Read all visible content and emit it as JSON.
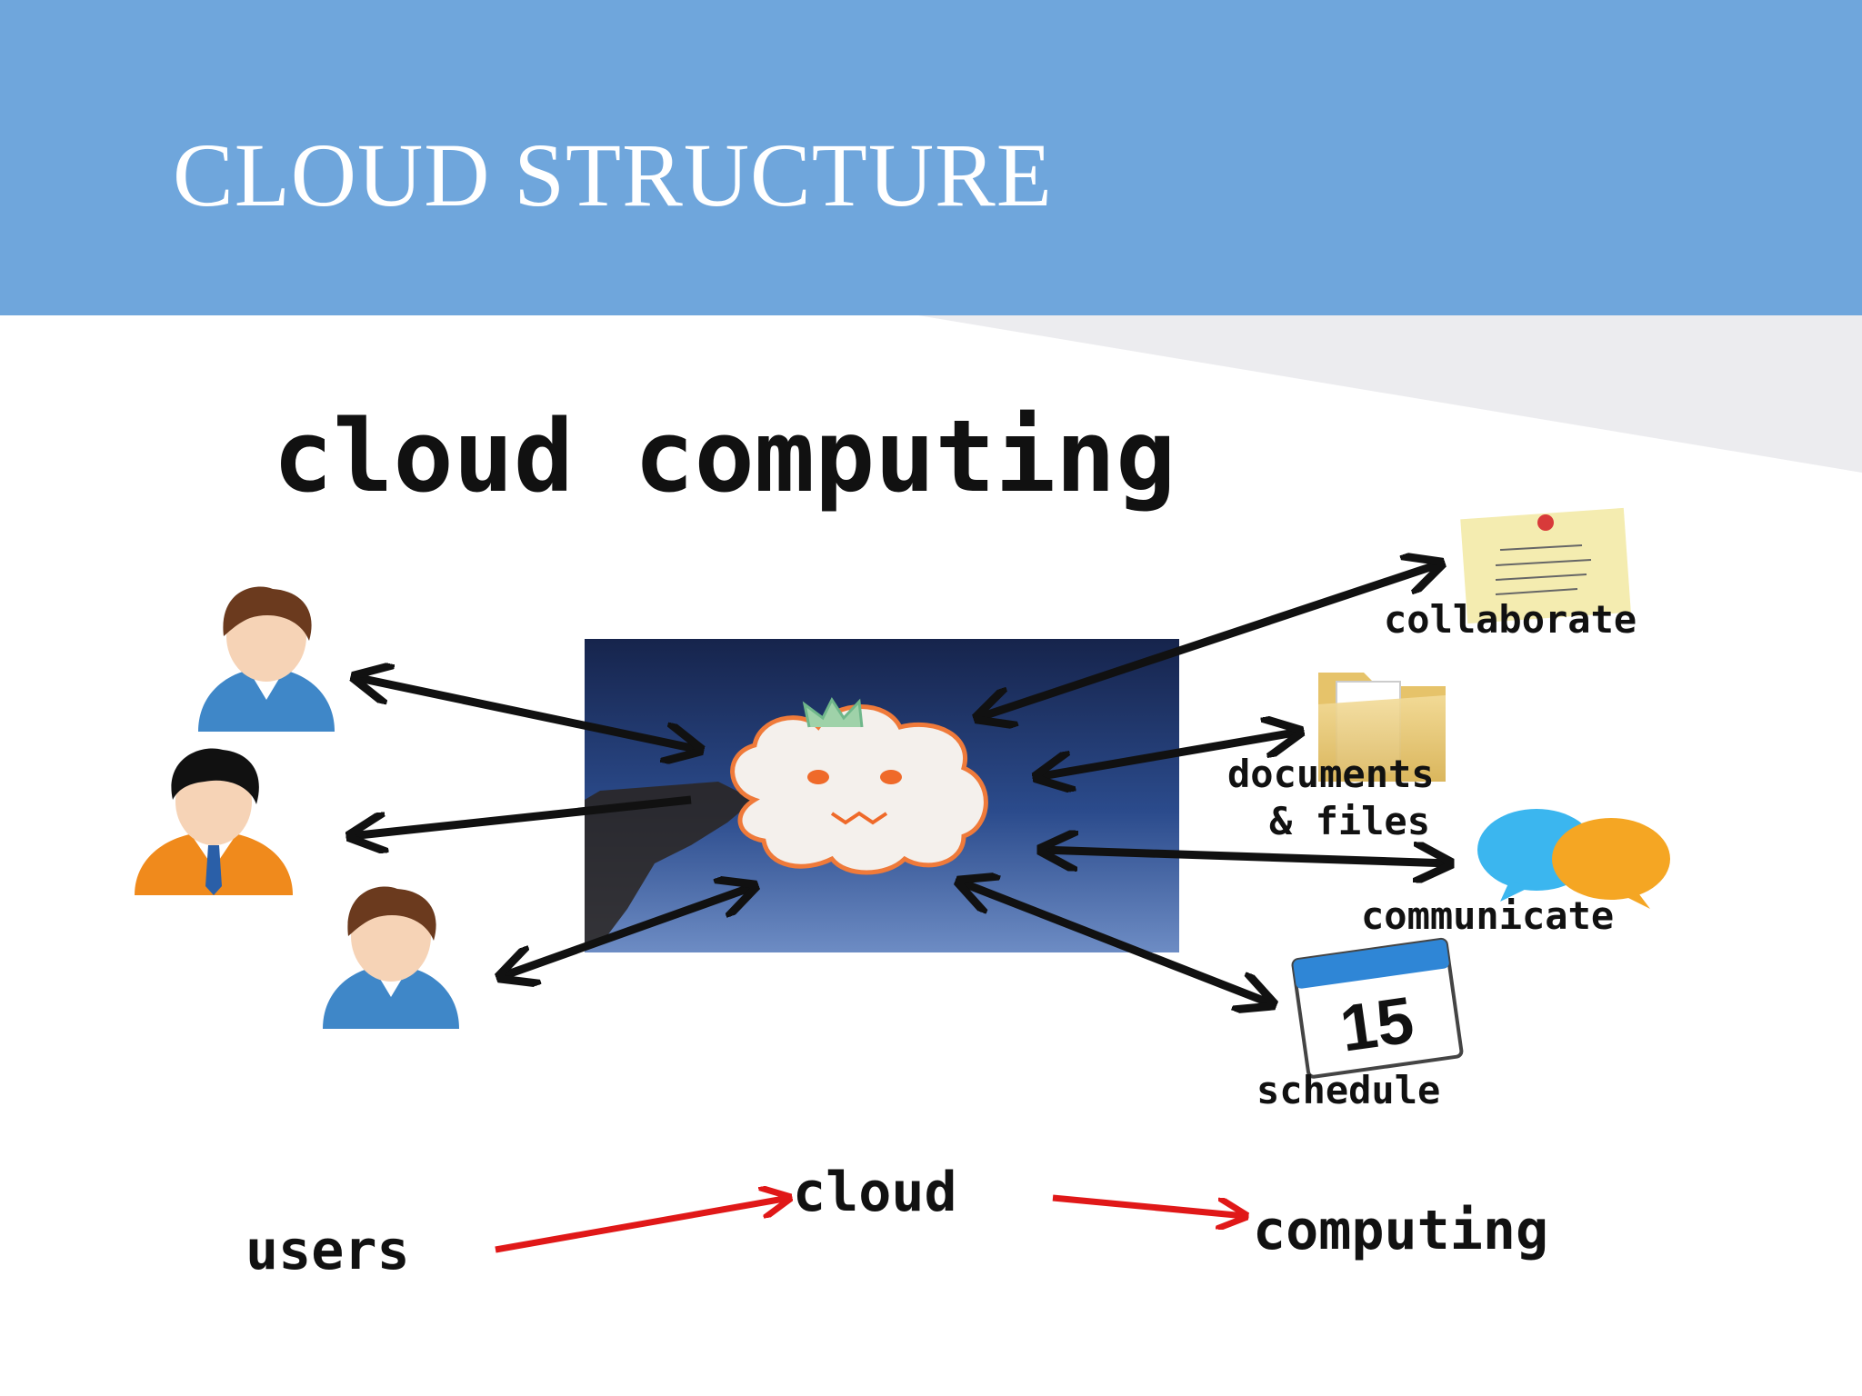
{
  "slide": {
    "title": "CLOUD STRUCTURE"
  },
  "diagram": {
    "heading": "cloud computing",
    "services": {
      "collaborate": "collaborate",
      "documents_line1": "documents",
      "documents_line2": "& files",
      "communicate": "communicate",
      "schedule": "schedule",
      "calendar_day": "15"
    },
    "flow": {
      "users": "users",
      "cloud": "cloud",
      "computing": "computing"
    },
    "colors": {
      "header": "#6fa6dc",
      "arrows": "#111111",
      "flow_arrows": "#e01818",
      "cloud_panel": "#1f3a70",
      "user_shirt_blue": "#3f87c8",
      "user_shirt_orange": "#f08a1c"
    }
  }
}
